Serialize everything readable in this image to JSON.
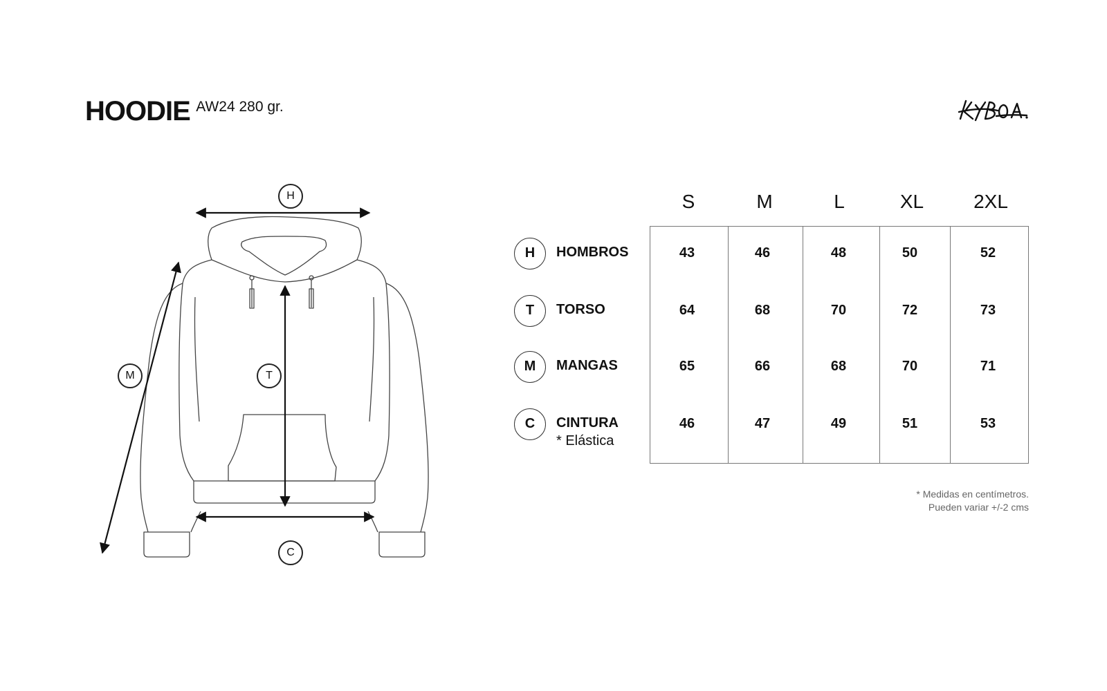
{
  "header": {
    "title": "HOODIE",
    "subtitle": "AW24 280 gr.",
    "logo_text": "KYBOA"
  },
  "diagram": {
    "markers": {
      "H": "H",
      "T": "T",
      "M": "M",
      "C": "C"
    }
  },
  "size_table": {
    "sizes": [
      "S",
      "M",
      "L",
      "XL",
      "2XL"
    ],
    "rows": [
      {
        "code": "H",
        "label": "HOMBROS",
        "note": "",
        "values": [
          "43",
          "46",
          "48",
          "50",
          "52"
        ]
      },
      {
        "code": "T",
        "label": "TORSO",
        "note": "",
        "values": [
          "64",
          "68",
          "70",
          "72",
          "73"
        ]
      },
      {
        "code": "M",
        "label": "MANGAS",
        "note": "",
        "values": [
          "65",
          "66",
          "68",
          "70",
          "71"
        ]
      },
      {
        "code": "C",
        "label": "CINTURA",
        "note": "* Elástica",
        "values": [
          "46",
          "47",
          "49",
          "51",
          "53"
        ]
      }
    ]
  },
  "footnote": {
    "line1": "* Medidas en centímetros.",
    "line2": "Pueden variar +/-2 cms"
  },
  "colors": {
    "ink": "#111111",
    "line": "#777777",
    "outline": "#333333"
  }
}
